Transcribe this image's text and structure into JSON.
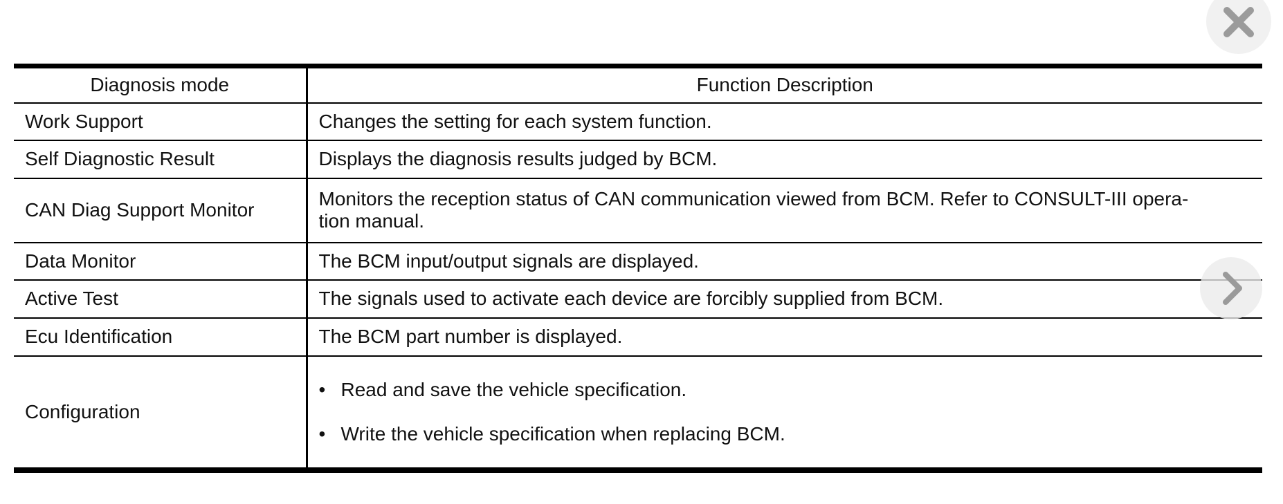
{
  "window": {
    "close_label": "Close",
    "next_label": "Next page"
  },
  "colors": {
    "background": "#ffffff",
    "table_line": "#000000",
    "text": "#111111",
    "button_circle_bg": "#f1f1f1",
    "button_icon_gray": "#9b9b9b"
  },
  "icons": {
    "close": "close-x",
    "next": "chevron-right"
  },
  "table": {
    "bullet_char": "•",
    "headers": [
      "Diagnosis mode",
      "Function Description"
    ],
    "rows": [
      {
        "mode": "Work Support",
        "desc": "Changes the setting for each system function."
      },
      {
        "mode": "Self Diagnostic Result",
        "desc": "Displays the diagnosis results judged by BCM."
      },
      {
        "mode": "CAN Diag Support Monitor",
        "desc": "Monitors the reception status of CAN communication viewed from BCM. Refer to CONSULT-III opera-\ntion manual."
      },
      {
        "mode": "Data Monitor",
        "desc": "The BCM input/output signals are displayed."
      },
      {
        "mode": "Active Test",
        "desc": "The signals used to activate each device are forcibly supplied from BCM."
      },
      {
        "mode": "Ecu Identification",
        "desc": "The BCM part number is displayed."
      },
      {
        "mode": "Configuration",
        "bullets": [
          "Read and save the vehicle specification.",
          "Write the vehicle specification when replacing BCM."
        ]
      }
    ]
  }
}
